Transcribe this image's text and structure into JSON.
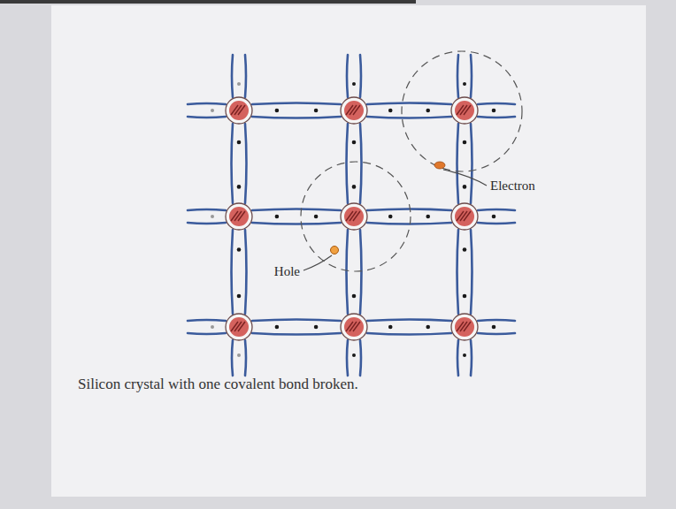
{
  "diagram": {
    "caption": "Silicon crystal with one covalent bond broken.",
    "labels": [
      "Electron",
      "Hole"
    ]
  }
}
